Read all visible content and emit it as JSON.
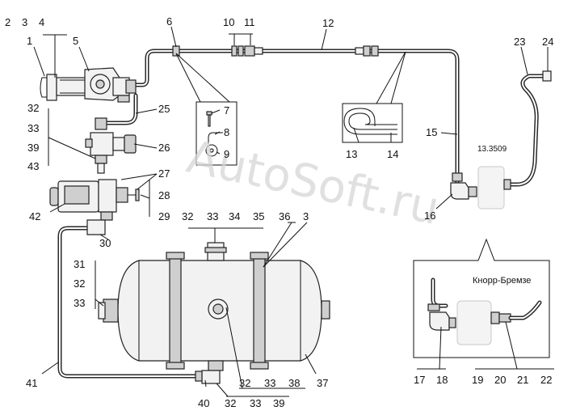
{
  "labels": {
    "n1": "1",
    "n2": "2",
    "n3": "3",
    "n4": "4",
    "n5": "5",
    "n6": "6",
    "n7": "7",
    "n8": "8",
    "n9": "9",
    "n10": "10",
    "n11": "11",
    "n12": "12",
    "n13": "13",
    "n14": "14",
    "n15": "15",
    "n16": "16",
    "n17": "17",
    "n18": "18",
    "n19": "19",
    "n20": "20",
    "n21": "21",
    "n22": "22",
    "n23": "23",
    "n24": "24",
    "n25": "25",
    "n26": "26",
    "n27": "27",
    "n28": "28",
    "n29": "29",
    "n30": "30",
    "n31": "31",
    "n32": "32",
    "n33": "33",
    "n34": "34",
    "n35": "35",
    "n36": "36",
    "n37": "37",
    "n38": "38",
    "n39": "39",
    "n40": "40",
    "n41": "41",
    "n42": "42",
    "n43": "43"
  },
  "annotations": {
    "part_code": "13.3509",
    "inset_label": "Кнорр-Бремзе",
    "watermark": "AutoSoft.ru"
  }
}
